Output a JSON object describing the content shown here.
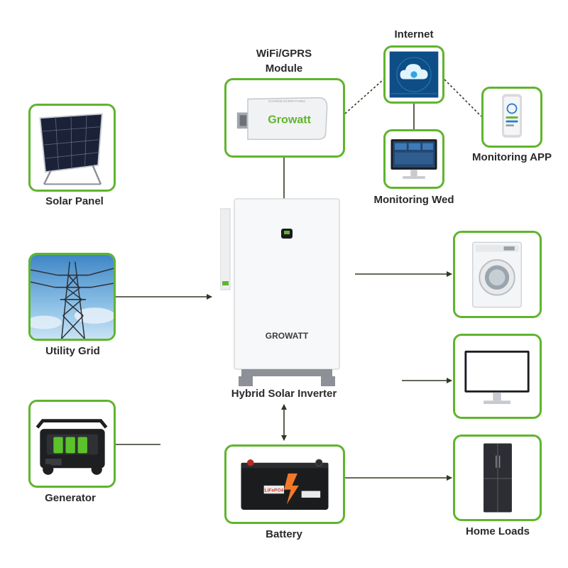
{
  "labels": {
    "solar_panel": "Solar Panel",
    "utility_grid": "Utility Grid",
    "generator": "Generator",
    "wifi_module_line1": "WiFi/GPRS",
    "wifi_module_line2": "Module",
    "internet": "Internet",
    "monitoring_web": "Monitoring Wed",
    "monitoring_app": "Monitoring APP",
    "inverter": "Hybrid Solar Inverter",
    "battery": "Battery",
    "home_loads": "Home Loads"
  },
  "brand": {
    "wifi_logo": "Growatt",
    "wifi_tagline": "CHARGE EVERYTHING",
    "inverter_logo": "GROWATT",
    "battery_badge": "LiFePO4"
  },
  "colors": {
    "accent_green": "#5fb52d",
    "line_dark": "#2f3a24",
    "label_text": "#2a2a2a"
  },
  "icons": [
    "solar-panel-icon",
    "power-tower-icon",
    "generator-icon",
    "wifi-dongle-icon",
    "cloud-icon",
    "monitor-icon",
    "phone-icon",
    "inverter-icon",
    "battery-icon",
    "washing-machine-icon",
    "computer-monitor-icon",
    "refrigerator-icon"
  ]
}
